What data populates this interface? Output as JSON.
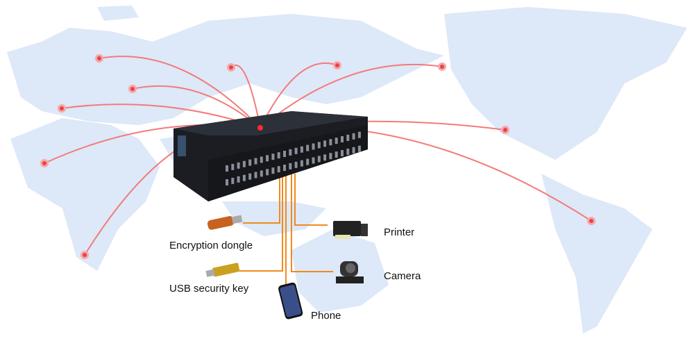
{
  "colors": {
    "map": "#dde8f8",
    "link": "#f47a7a",
    "node": "#e8424a",
    "usb_line": "#f08a1c",
    "device": "#1b1d22"
  },
  "devices": [
    {
      "id": "dongle",
      "label": "Encryption dongle",
      "icon": "usb-dongle-icon"
    },
    {
      "id": "key",
      "label": "USB security key",
      "icon": "usb-key-icon"
    },
    {
      "id": "phone",
      "label": "Phone",
      "icon": "phone-icon"
    },
    {
      "id": "printer",
      "label": "Printer",
      "icon": "printer-icon"
    },
    {
      "id": "camera",
      "label": "Camera",
      "icon": "camera-icon"
    }
  ]
}
